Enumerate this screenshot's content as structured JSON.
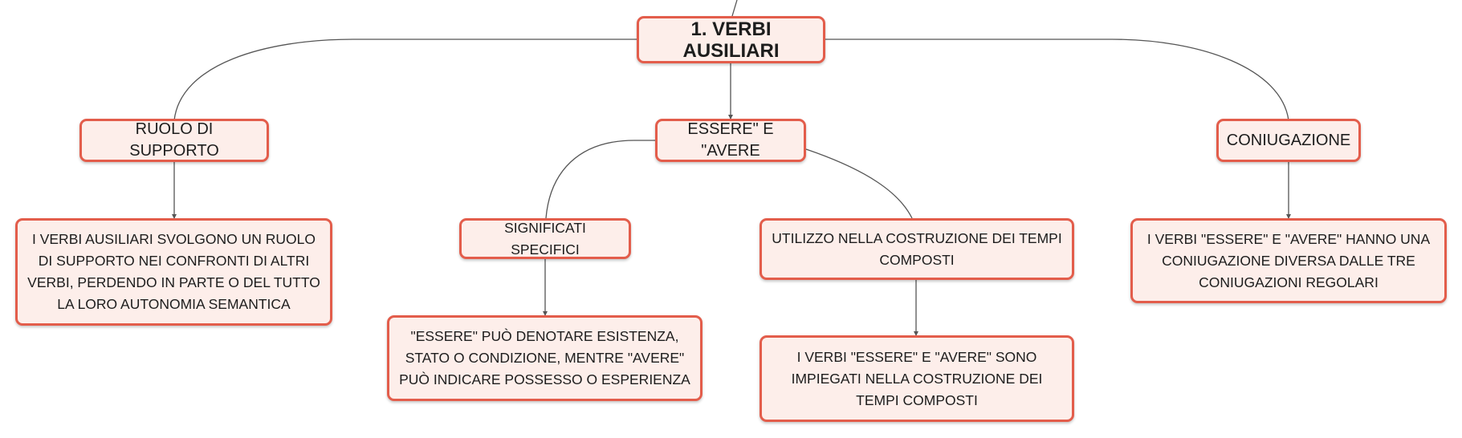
{
  "diagram": {
    "root": {
      "label": "1. VERBI AUSILIARI"
    },
    "branches": [
      {
        "label": "RUOLO DI SUPPORTO",
        "detail": "I VERBI AUSILIARI SVOLGONO UN RUOLO DI SUPPORTO NEI CONFRONTI DI ALTRI VERBI, PERDENDO IN PARTE O DEL TUTTO LA LORO AUTONOMIA SEMANTICA"
      },
      {
        "label": "ESSERE\" E \"AVERE",
        "children": [
          {
            "label": "SIGNIFICATI SPECIFICI",
            "detail": "\"ESSERE\" PUÒ DENOTARE ESISTENZA, STATO O CONDIZIONE, MENTRE \"AVERE\" PUÒ INDICARE POSSESSO O ESPERIENZA"
          },
          {
            "label": "UTILIZZO NELLA COSTRUZIONE DEI TEMPI COMPOSTI",
            "detail": "I VERBI \"ESSERE\" E \"AVERE\" SONO IMPIEGATI NELLA COSTRUZIONE DEI TEMPI COMPOSTI"
          }
        ]
      },
      {
        "label": "CONIUGAZIONE",
        "detail": "I VERBI \"ESSERE\" E \"AVERE\" HANNO UNA CONIUGAZIONE DIVERSA DALLE TRE CONIUGAZIONI REGOLARI"
      }
    ]
  },
  "colors": {
    "node_fill": "#fdeeea",
    "node_border": "#e35d4b",
    "connector": "#555555"
  }
}
